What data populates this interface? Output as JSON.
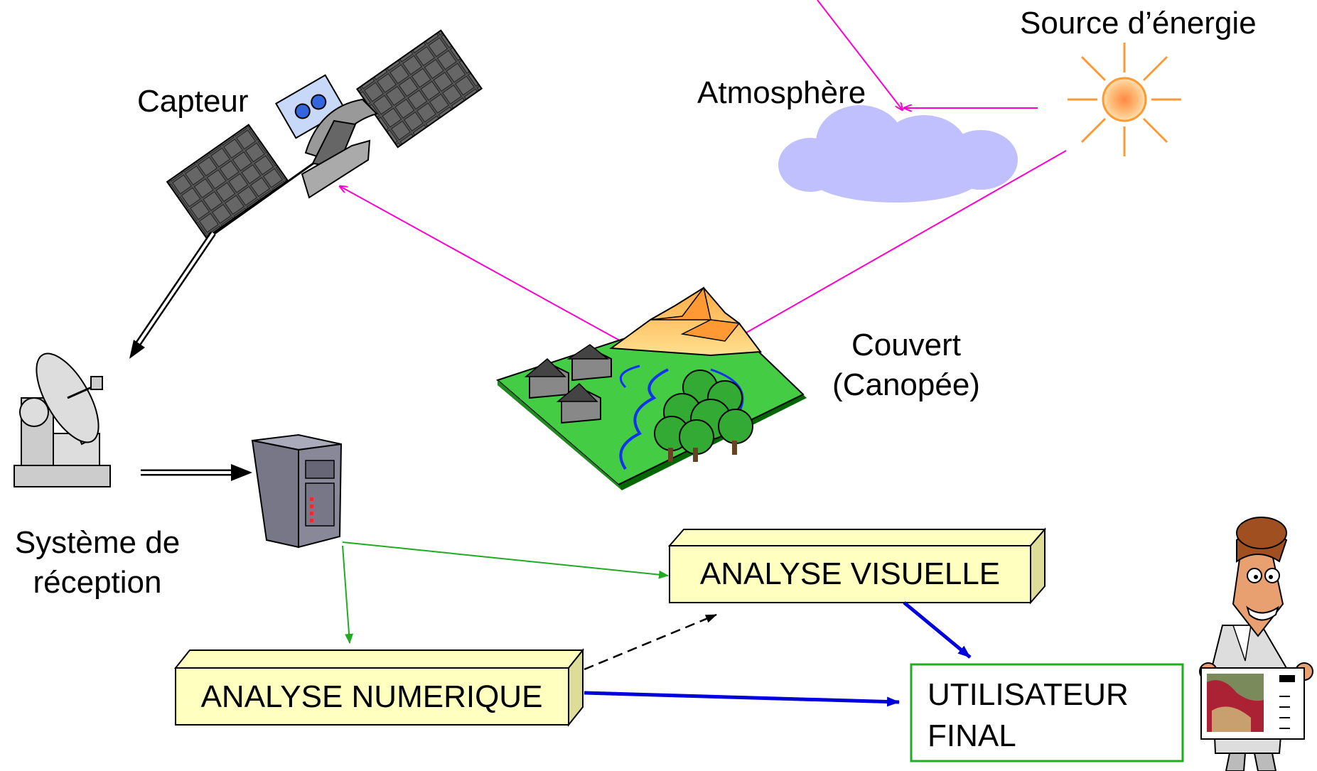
{
  "labels": {
    "source": "Source d’énergie",
    "atmosphere": "Atmosphère",
    "sensor": "Capteur",
    "cover_line1": "Couvert",
    "cover_line2": "(Canopée)",
    "reception_line1": "Système de",
    "reception_line2": "réception"
  },
  "boxes": {
    "visual": "ANALYSE VISUELLE",
    "numeric": "ANALYSE NUMERIQUE",
    "user_line1": "UTILISATEUR",
    "user_line2": "FINAL"
  },
  "colors": {
    "energy_ray": "#ff00cc",
    "processing_arrow": "#22aa22",
    "result_arrow": "#0000dd",
    "box_fill": "#ffffc0",
    "user_box_border": "#22aa22",
    "sun": "#ff9933",
    "cloud": "#c0c0ff"
  }
}
